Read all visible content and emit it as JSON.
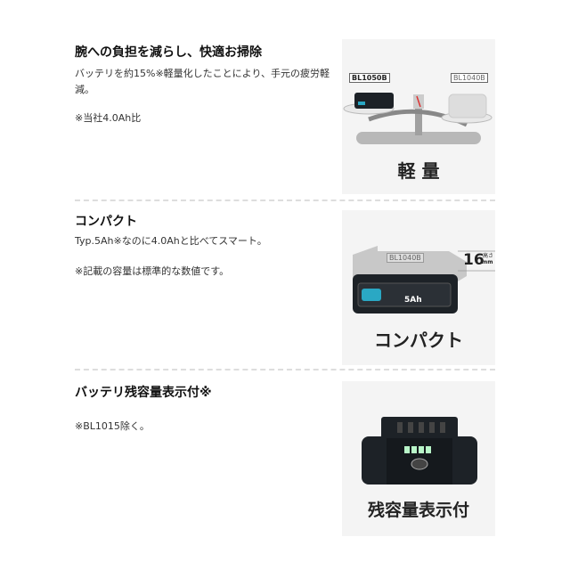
{
  "sections": [
    {
      "title": "腕への負担を減らし、快適お掃除",
      "body": "バッテリを約15%※軽量化したことにより、手元の疲労軽減。",
      "note": "※当社4.0Ah比",
      "image": {
        "caption": "軽 量",
        "label_left": "BL1050B",
        "label_right": "BL1040B"
      }
    },
    {
      "title": "コンパクト",
      "body": "Typ.5Ah※なのに4.0Ahと比べてスマート。",
      "note": "※記載の容量は標準的な数値です。",
      "image": {
        "caption": "コンパクト",
        "label_model": "BL1040B",
        "dimension": "16",
        "dimension_unit": "mm",
        "dimension_label": "高さ",
        "capacity": "5Ah"
      }
    },
    {
      "title": "バッテリ残容量表示付※",
      "body": "",
      "note": "※BL1015除く。",
      "image": {
        "caption": "残容量表示付"
      }
    }
  ],
  "colors": {
    "accent_teal": "#2aa8c4",
    "battery": "#1d2227",
    "led": "#b8f5c8"
  }
}
